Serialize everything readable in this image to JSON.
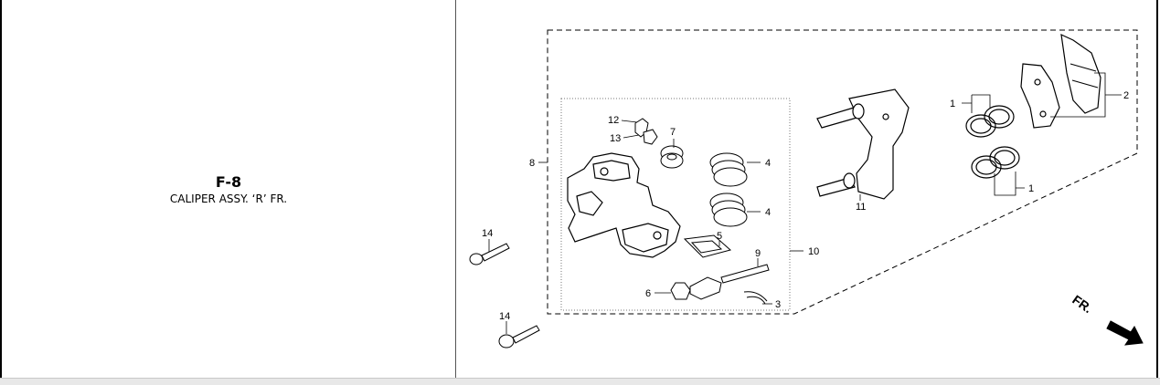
{
  "figure": {
    "code": "F-8",
    "name": "CALIPER ASSY. ‘R’ FR."
  },
  "callouts": {
    "c1a": "1",
    "c1b": "1",
    "c2": "2",
    "c3": "3",
    "c4a": "4",
    "c4b": "4",
    "c5": "5",
    "c6": "6",
    "c7": "7",
    "c8": "8",
    "c9": "9",
    "c10": "10",
    "c11": "11",
    "c12": "12",
    "c13": "13",
    "c14a": "14",
    "c14b": "14"
  },
  "direction": {
    "label": "FR."
  }
}
